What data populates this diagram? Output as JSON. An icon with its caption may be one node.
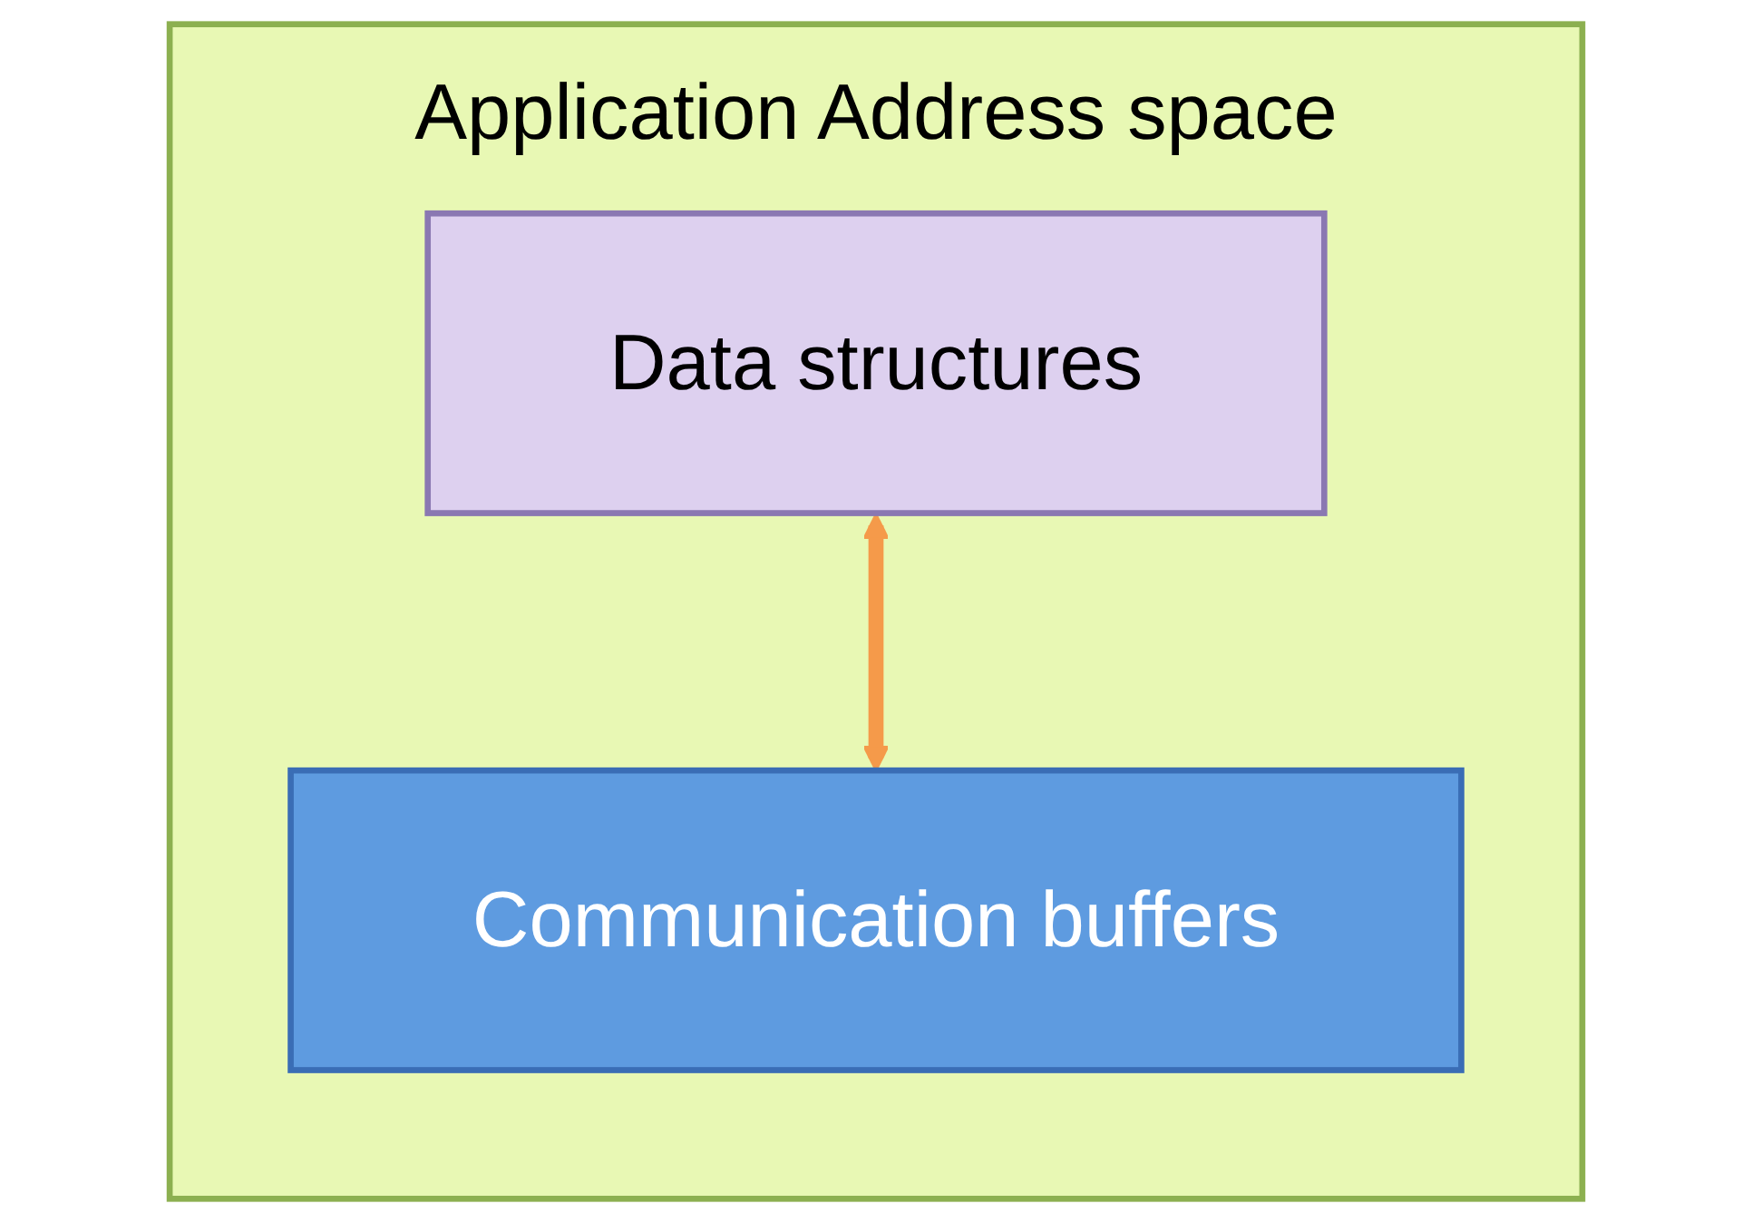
{
  "diagram": {
    "nodes": [
      {
        "text": [
          "Application Address space"
        ]
      },
      {
        "text": [
          "Data structures"
        ],
        "in": 0
      },
      {
        "text": [
          "Communication buffers"
        ],
        "in": 0
      }
    ],
    "edges": [
      {
        "from": 1,
        "to": 2,
        "arrow": "both"
      }
    ]
  }
}
